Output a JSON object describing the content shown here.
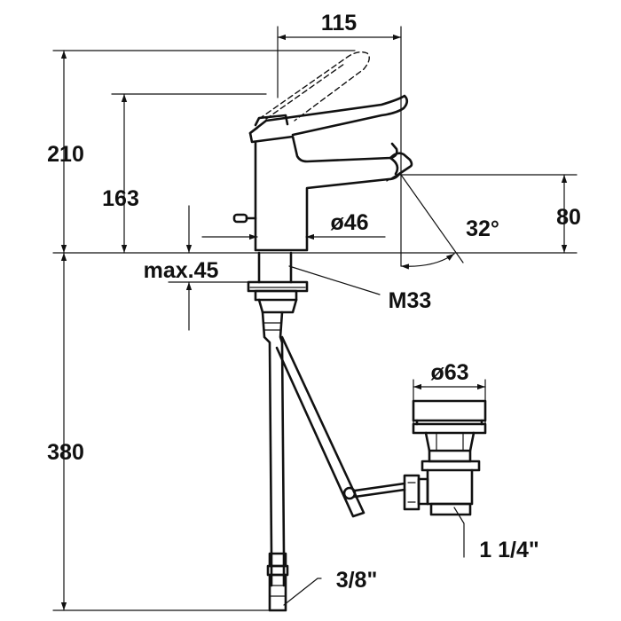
{
  "dimensions": {
    "width_top": "115",
    "height_total": "210",
    "height_spout": "163",
    "spout_height": "80",
    "spout_angle": "32°",
    "base_diameter": "ø46",
    "max_counter": "max.45",
    "thread": "M33",
    "under_counter": "380",
    "drain_diameter": "ø63",
    "drain_connection": "1 1/4\"",
    "supply_connection": "3/8\""
  }
}
